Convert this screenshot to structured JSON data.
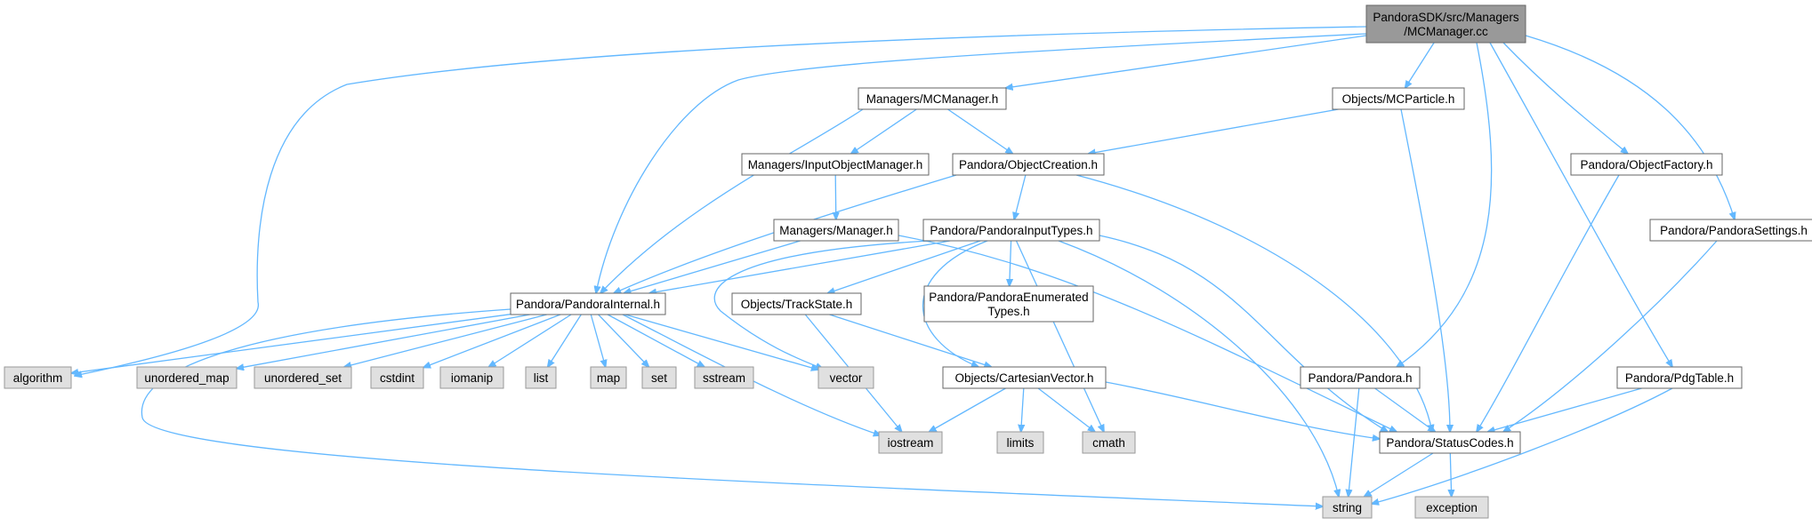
{
  "colors": {
    "edge": "#63b8ff",
    "root_fill": "#999999",
    "root_stroke": "#666666",
    "header_fill": "#ffffff",
    "header_stroke": "#666666",
    "system_fill": "#e0e0e0",
    "system_stroke": "#999999"
  },
  "nodes": [
    {
      "id": "root",
      "kind": "root",
      "lines": [
        "PandoraSDK/src/Managers",
        "/MCManager.cc"
      ]
    },
    {
      "id": "mcmanager_h",
      "kind": "header",
      "lines": [
        "Managers/MCManager.h"
      ]
    },
    {
      "id": "mcparticle_h",
      "kind": "header",
      "lines": [
        "Objects/MCParticle.h"
      ]
    },
    {
      "id": "inputobjectmanager_h",
      "kind": "header",
      "lines": [
        "Managers/InputObjectManager.h"
      ]
    },
    {
      "id": "objectcreation_h",
      "kind": "header",
      "lines": [
        "Pandora/ObjectCreation.h"
      ]
    },
    {
      "id": "objectfactory_h",
      "kind": "header",
      "lines": [
        "Pandora/ObjectFactory.h"
      ]
    },
    {
      "id": "manager_h",
      "kind": "header",
      "lines": [
        "Managers/Manager.h"
      ]
    },
    {
      "id": "pandorainputtypes_h",
      "kind": "header",
      "lines": [
        "Pandora/PandoraInputTypes.h"
      ]
    },
    {
      "id": "pandorasettings_h",
      "kind": "header",
      "lines": [
        "Pandora/PandoraSettings.h"
      ]
    },
    {
      "id": "pandorainternal_h",
      "kind": "header",
      "lines": [
        "Pandora/PandoraInternal.h"
      ]
    },
    {
      "id": "trackstate_h",
      "kind": "header",
      "lines": [
        "Objects/TrackState.h"
      ]
    },
    {
      "id": "pandoraenumeratedtypes_h",
      "kind": "header",
      "lines": [
        "Pandora/PandoraEnumerated",
        "Types.h"
      ]
    },
    {
      "id": "algorithm",
      "kind": "system",
      "lines": [
        "algorithm"
      ]
    },
    {
      "id": "unordered_map",
      "kind": "system",
      "lines": [
        "unordered_map"
      ]
    },
    {
      "id": "unordered_set",
      "kind": "system",
      "lines": [
        "unordered_set"
      ]
    },
    {
      "id": "cstdint",
      "kind": "system",
      "lines": [
        "cstdint"
      ]
    },
    {
      "id": "iomanip",
      "kind": "system",
      "lines": [
        "iomanip"
      ]
    },
    {
      "id": "list",
      "kind": "system",
      "lines": [
        "list"
      ]
    },
    {
      "id": "map",
      "kind": "system",
      "lines": [
        "map"
      ]
    },
    {
      "id": "set",
      "kind": "system",
      "lines": [
        "set"
      ]
    },
    {
      "id": "sstream",
      "kind": "system",
      "lines": [
        "sstream"
      ]
    },
    {
      "id": "vector",
      "kind": "system",
      "lines": [
        "vector"
      ]
    },
    {
      "id": "cartesianvector_h",
      "kind": "header",
      "lines": [
        "Objects/CartesianVector.h"
      ]
    },
    {
      "id": "pandora_h",
      "kind": "header",
      "lines": [
        "Pandora/Pandora.h"
      ]
    },
    {
      "id": "pdgtable_h",
      "kind": "header",
      "lines": [
        "Pandora/PdgTable.h"
      ]
    },
    {
      "id": "iostream",
      "kind": "system",
      "lines": [
        "iostream"
      ]
    },
    {
      "id": "limits",
      "kind": "system",
      "lines": [
        "limits"
      ]
    },
    {
      "id": "cmath",
      "kind": "system",
      "lines": [
        "cmath"
      ]
    },
    {
      "id": "statuscodes_h",
      "kind": "header",
      "lines": [
        "Pandora/StatusCodes.h"
      ]
    },
    {
      "id": "string",
      "kind": "system",
      "lines": [
        "string"
      ]
    },
    {
      "id": "exception",
      "kind": "system",
      "lines": [
        "exception"
      ]
    }
  ],
  "edges": [
    [
      "root",
      "mcmanager_h"
    ],
    [
      "root",
      "mcparticle_h"
    ],
    [
      "root",
      "objectfactory_h"
    ],
    [
      "root",
      "pandorasettings_h"
    ],
    [
      "root",
      "pandorainternal_h"
    ],
    [
      "root",
      "algorithm"
    ],
    [
      "root",
      "pandora_h"
    ],
    [
      "root",
      "pdgtable_h"
    ],
    [
      "mcmanager_h",
      "inputobjectmanager_h"
    ],
    [
      "mcmanager_h",
      "objectcreation_h"
    ],
    [
      "mcmanager_h",
      "pandorainternal_h"
    ],
    [
      "mcparticle_h",
      "objectcreation_h"
    ],
    [
      "mcparticle_h",
      "statuscodes_h"
    ],
    [
      "inputobjectmanager_h",
      "manager_h"
    ],
    [
      "objectcreation_h",
      "pandorainputtypes_h"
    ],
    [
      "objectcreation_h",
      "pandorainternal_h"
    ],
    [
      "objectcreation_h",
      "statuscodes_h"
    ],
    [
      "manager_h",
      "pandorainternal_h"
    ],
    [
      "manager_h",
      "statuscodes_h"
    ],
    [
      "pandorainputtypes_h",
      "pandorainternal_h"
    ],
    [
      "pandorainputtypes_h",
      "trackstate_h"
    ],
    [
      "pandorainputtypes_h",
      "pandoraenumeratedtypes_h"
    ],
    [
      "pandorainputtypes_h",
      "cartesianvector_h"
    ],
    [
      "pandorainputtypes_h",
      "vector"
    ],
    [
      "pandorainputtypes_h",
      "cmath"
    ],
    [
      "pandorainputtypes_h",
      "string"
    ],
    [
      "pandorainputtypes_h",
      "statuscodes_h"
    ],
    [
      "objectfactory_h",
      "statuscodes_h"
    ],
    [
      "pandorasettings_h",
      "statuscodes_h"
    ],
    [
      "pandorainternal_h",
      "algorithm"
    ],
    [
      "pandorainternal_h",
      "unordered_map"
    ],
    [
      "pandorainternal_h",
      "unordered_set"
    ],
    [
      "pandorainternal_h",
      "cstdint"
    ],
    [
      "pandorainternal_h",
      "iomanip"
    ],
    [
      "pandorainternal_h",
      "list"
    ],
    [
      "pandorainternal_h",
      "map"
    ],
    [
      "pandorainternal_h",
      "set"
    ],
    [
      "pandorainternal_h",
      "sstream"
    ],
    [
      "pandorainternal_h",
      "vector"
    ],
    [
      "pandorainternal_h",
      "iostream"
    ],
    [
      "pandorainternal_h",
      "string"
    ],
    [
      "trackstate_h",
      "cartesianvector_h"
    ],
    [
      "trackstate_h",
      "iostream"
    ],
    [
      "cartesianvector_h",
      "iostream"
    ],
    [
      "cartesianvector_h",
      "limits"
    ],
    [
      "cartesianvector_h",
      "cmath"
    ],
    [
      "cartesianvector_h",
      "statuscodes_h"
    ],
    [
      "pandora_h",
      "statuscodes_h"
    ],
    [
      "pandora_h",
      "string"
    ],
    [
      "pdgtable_h",
      "statuscodes_h"
    ],
    [
      "pdgtable_h",
      "string"
    ],
    [
      "statuscodes_h",
      "string"
    ],
    [
      "statuscodes_h",
      "exception"
    ]
  ]
}
